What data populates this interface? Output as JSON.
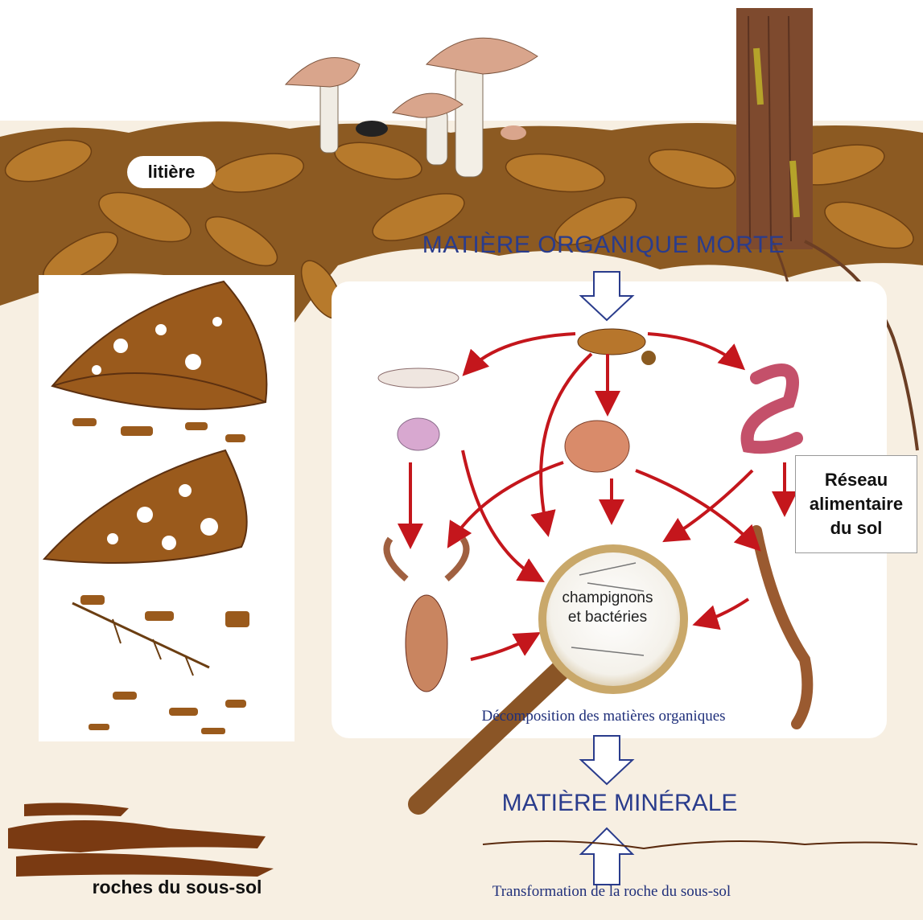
{
  "labels": {
    "litiere": "litière",
    "organic_title": "MATIÈRE ORGANIQUE MORTE",
    "reseau_line1": "Réseau",
    "reseau_line2": "alimentaire",
    "reseau_line3": "du sol",
    "champ_line1": "champignons",
    "champ_line2": "et bactéries",
    "decomposition": "Décomposition des  matières organiques",
    "mineral_title": "MATIÈRE MINÉRALE",
    "roches": "roches du sous-sol",
    "transformation": "Transformation de la roche du sous-sol"
  },
  "colors": {
    "title_blue": "#2a3c8c",
    "arrow_red": "#c4161c",
    "leaf_brown": "#9a5a1c",
    "soil": "#f7efe2"
  }
}
